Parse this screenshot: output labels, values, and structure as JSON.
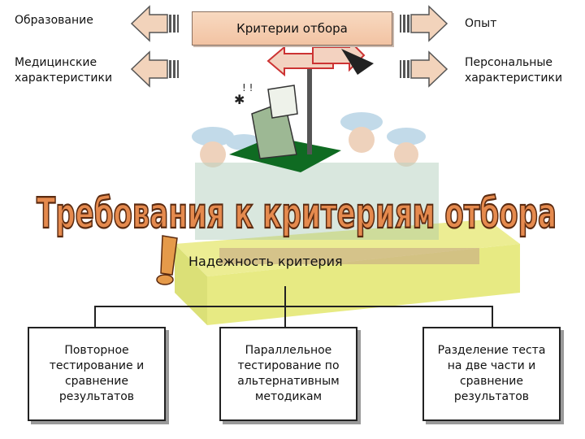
{
  "left_labels": {
    "education": "Образование",
    "medical": "Медицинские\nхарактеристики"
  },
  "center_box": "Критерии отбора",
  "right_labels": {
    "experience": "Опыт",
    "personal": "Персональные\nхарактеристики"
  },
  "main_title": "Требования к критериям отбора",
  "reliability_label": "Надежность критерия",
  "methods": [
    "Повторное\nтестирование и\nсравнение\nрезультатов",
    "Параллельное\nтестирование по\nальтернативным\nметодикам",
    "Разделение теста\nна две части и\nсравнение\nрезультатов"
  ],
  "colors": {
    "arrow_fill": "#f2d3bb",
    "box_fill": "#f2c3a3",
    "title_fill": "#e58a4e",
    "title_stroke": "#5a2a10"
  }
}
